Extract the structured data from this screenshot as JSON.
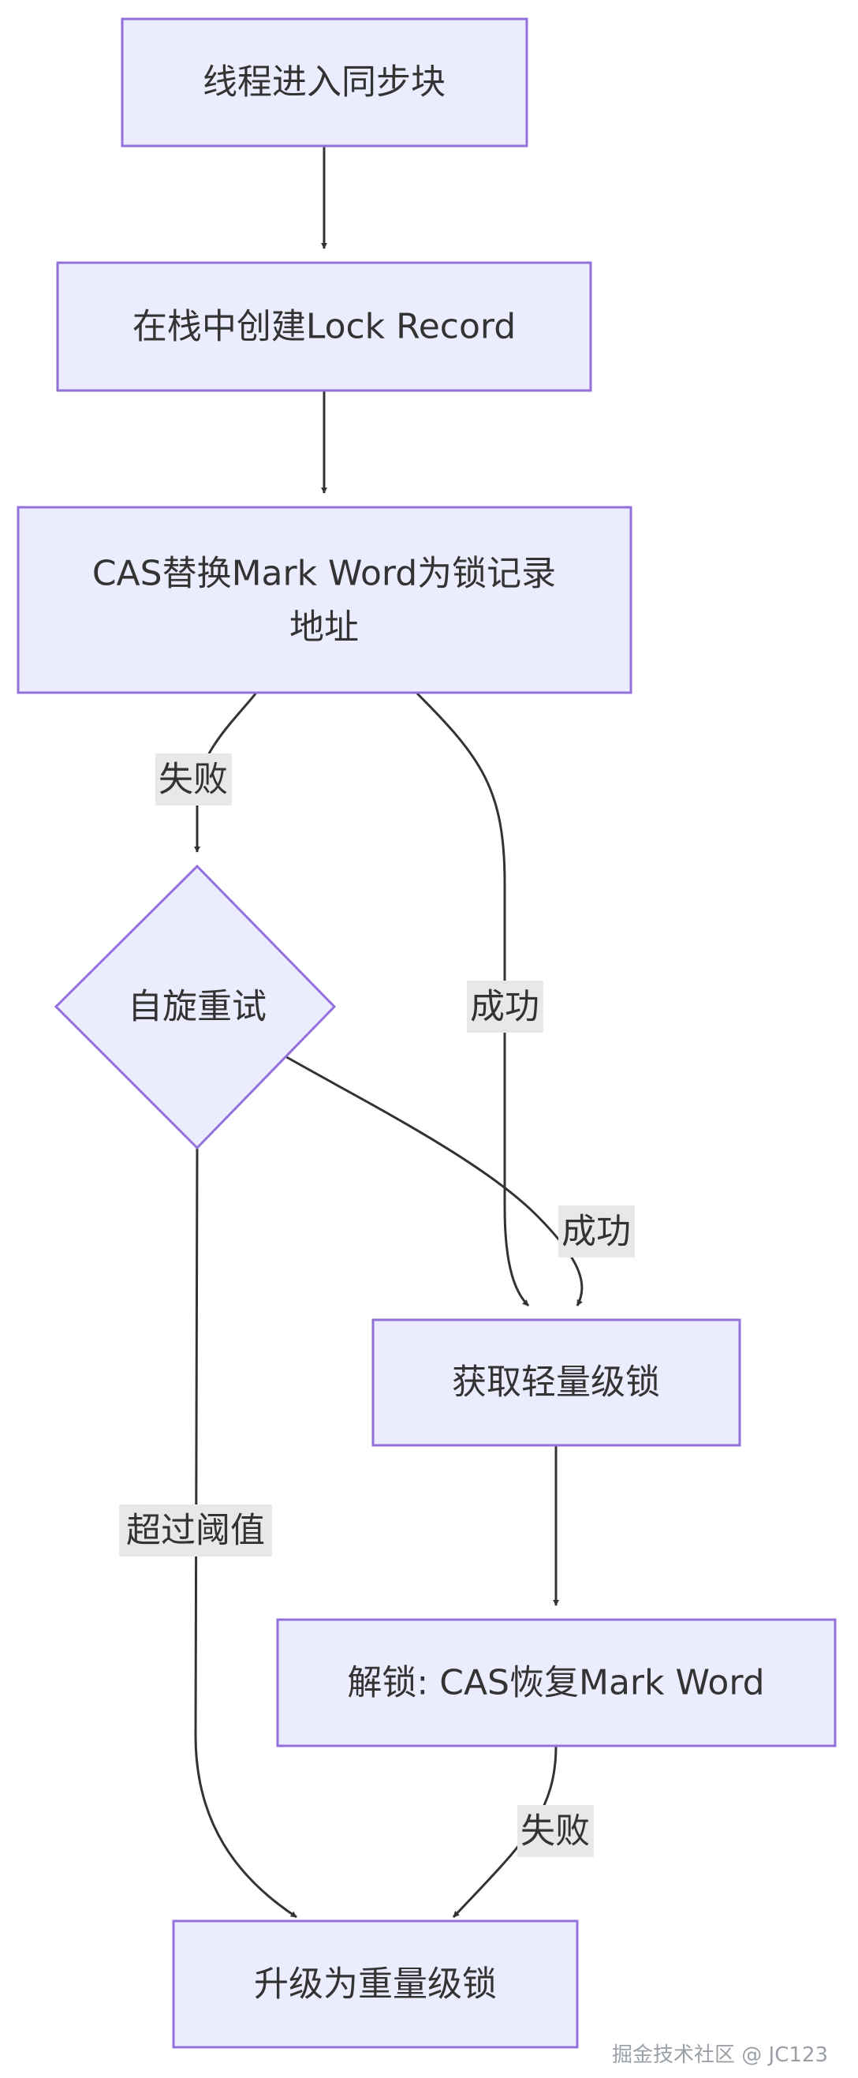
{
  "nodes": {
    "enter_sync": "线程进入同步块",
    "create_lock_record": "在栈中创建Lock Record",
    "cas_replace_line1": "CAS替换Mark Word为锁记录",
    "cas_replace_line2": "地址",
    "spin_retry": "自旋重试",
    "acquire_lightweight": "获取轻量级锁",
    "unlock_cas": "解锁: CAS恢复Mark Word",
    "upgrade_heavyweight": "升级为重量级锁"
  },
  "edges": {
    "cas_fail": "失败",
    "cas_success": "成功",
    "spin_success": "成功",
    "spin_exceed": "超过阈值",
    "unlock_fail": "失败"
  },
  "watermark": "掘金技术社区 @ JC123",
  "colors": {
    "node_fill": "#ECECFF",
    "node_stroke": "#9370DB",
    "edge": "#333333",
    "label_bg": "#E8E8E8",
    "text": "#333333"
  }
}
